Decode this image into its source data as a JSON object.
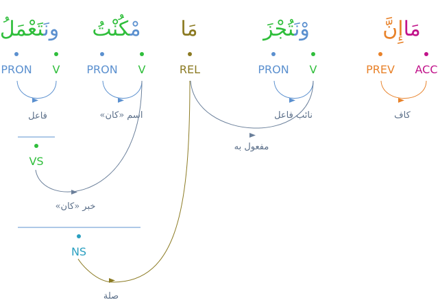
{
  "colors": {
    "green": "#2fbe3b",
    "blue": "#5b90cf",
    "olive": "#8b7a22",
    "orange": "#e8822a",
    "magenta": "#c1128a",
    "teal": "#2a9fc0",
    "edge_gray": "#6a7f9a",
    "label_gray": "#5a6e88"
  },
  "words": [
    {
      "ar_a": "تَعْمَلُ",
      "ar_b": "ونَ",
      "tag_a": "PRON",
      "tag_b": "V"
    },
    {
      "ar_a": "كُنْتُ",
      "ar_b": "مْ",
      "tag_a": "PRON",
      "tag_b": "V"
    },
    {
      "ar": "مَا",
      "tag": "REL"
    },
    {
      "ar_a": "تُجْزَ",
      "ar_b": "وْنَ",
      "tag_a": "PRON",
      "tag_b": "V"
    },
    {
      "ar_a": "إِنَّ",
      "ar_b": "مَا",
      "tag_a": "PREV",
      "tag_b": "ACC"
    }
  ],
  "hidden_nodes": [
    {
      "tag": "VS"
    },
    {
      "tag": "NS"
    }
  ],
  "relations": [
    {
      "label": "فاعل"
    },
    {
      "label": "اسم «كان»"
    },
    {
      "label": "نائب فاعل"
    },
    {
      "label": "كاف"
    },
    {
      "label": "مفعول به"
    },
    {
      "label": "خبر «كان»"
    },
    {
      "label": "صلة"
    }
  ]
}
